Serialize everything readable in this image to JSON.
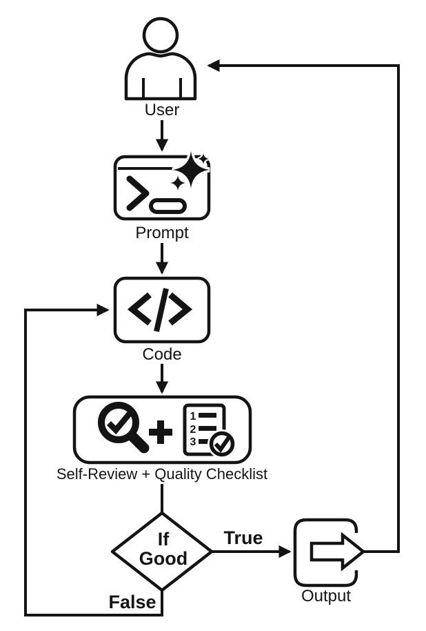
{
  "diagram": {
    "background_color": "#ffffff",
    "ink_color": "#141414",
    "nodes": {
      "user": {
        "label": "User",
        "icon": "person-icon"
      },
      "prompt": {
        "label": "Prompt",
        "icon": "terminal-sparkle-icon"
      },
      "code": {
        "label": "Code",
        "icon": "code-brackets-icon"
      },
      "review": {
        "label": "Self-Review + Quality Checklist",
        "icons": [
          "magnifier-check-icon",
          "plus-icon",
          "numbered-checklist-icon"
        ],
        "checklist_numbers": [
          "1",
          "2",
          "3"
        ]
      },
      "decision": {
        "line1": "If",
        "line2": "Good"
      },
      "output": {
        "label": "Output",
        "icon": "export-arrow-icon"
      }
    },
    "edges": {
      "true_label": "True",
      "false_label": "False"
    }
  }
}
